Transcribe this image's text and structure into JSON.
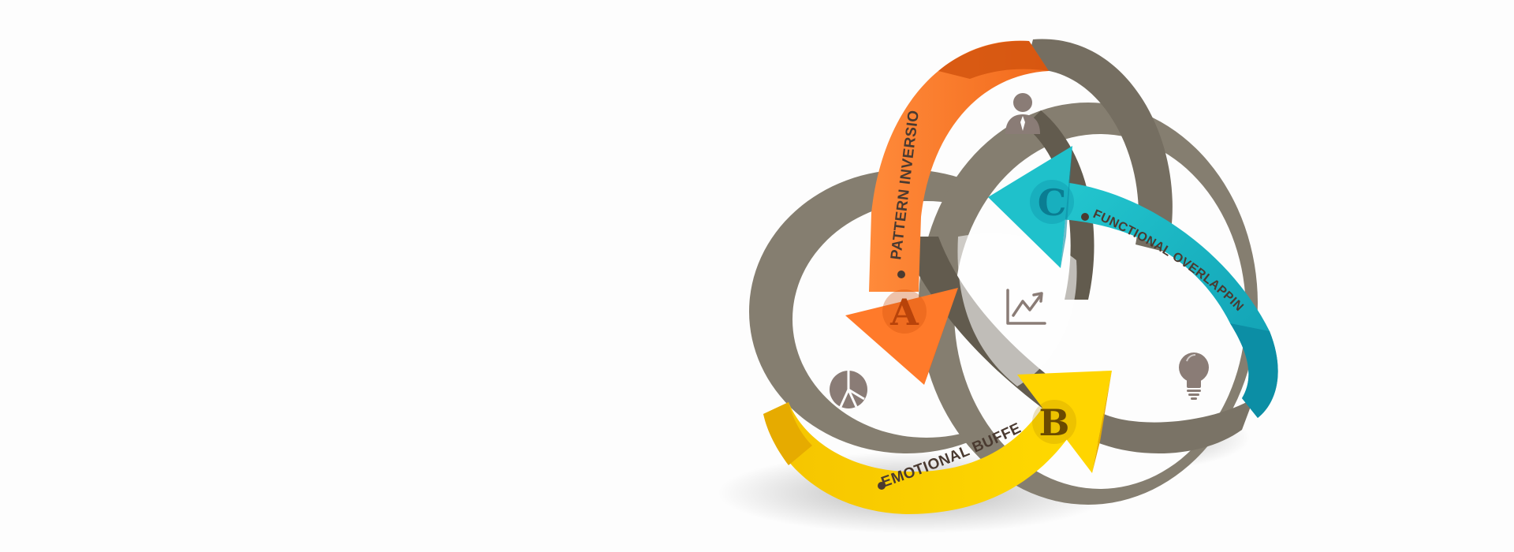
{
  "colors": {
    "background": "#fdfdfd",
    "band_gray": "#857e70",
    "band_gray_dark": "#625b4e",
    "orange": "#ff7a2a",
    "orange_dark": "#d1520e",
    "yellow": "#ffd500",
    "yellow_dark": "#e6ab00",
    "teal": "#1fc1cb",
    "teal_dark": "#0c8ea5",
    "icon": "#8a7c76"
  },
  "segments": [
    {
      "id": "a",
      "letter": "A",
      "label": "PATTERN INVERSION",
      "color": "orange"
    },
    {
      "id": "b",
      "letter": "B",
      "label": "EMOTIONAL BUFFER",
      "color": "yellow"
    },
    {
      "id": "c",
      "letter": "C",
      "label": "FUNCTIONAL OVERLAPPING",
      "color": "teal"
    }
  ],
  "icons": {
    "top": "person-icon",
    "left": "pie-chart-icon",
    "center": "line-chart-icon",
    "right": "lightbulb-icon"
  }
}
